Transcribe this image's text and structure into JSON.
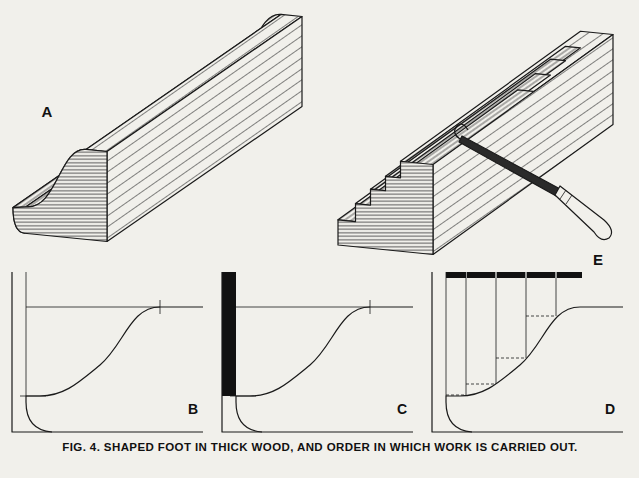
{
  "diagram": {
    "caption": "FIG. 4. SHAPED FOOT IN THICK WOOD, AND ORDER IN WHICH WORK IS CARRIED OUT.",
    "labels": [
      "A",
      "E",
      "B",
      "C",
      "D"
    ]
  }
}
